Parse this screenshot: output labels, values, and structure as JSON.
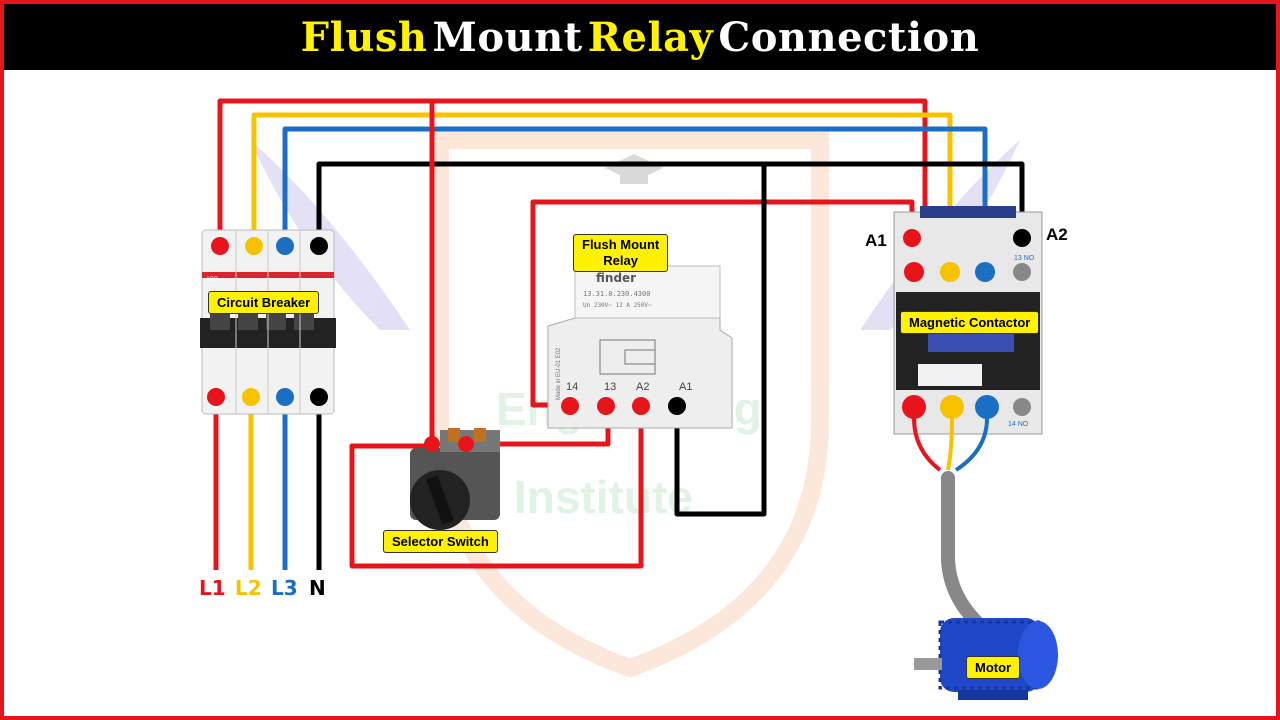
{
  "title": {
    "part1": "Flush",
    "part2": "Mount",
    "part3": "Relay",
    "part4": "Connection"
  },
  "colors": {
    "l1": "#e8141b",
    "l2": "#f7c300",
    "l3": "#1a6fc4",
    "n": "#000000",
    "label_bg": "#fff200"
  },
  "labels": {
    "circuit_breaker": "Circuit Breaker",
    "flush_relay_line1": "Flush Mount",
    "flush_relay_line2": "Relay",
    "magnetic_contactor": "Magnetic Contactor",
    "selector_switch": "Selector Switch",
    "motor": "Motor"
  },
  "phases": {
    "l1": "L1",
    "l2": "L2",
    "l3": "L3",
    "n": "N"
  },
  "contactor_terminals": {
    "a1": "A1",
    "a2": "A2",
    "no": "13 NO",
    "no_bottom": "14 NO"
  },
  "relay": {
    "brand": "finder",
    "model": "13.31.8.230.4300",
    "rating": "Un 230V~   12 A 250V~",
    "made_in": "Made in EU-01 E02",
    "terminals": [
      "14",
      "13",
      "A2",
      "A1"
    ]
  },
  "watermark": {
    "line1": "Engineering",
    "line2": "Institute"
  },
  "icons": [
    "graduation-cap-icon",
    "wing-icon",
    "shield-icon"
  ]
}
